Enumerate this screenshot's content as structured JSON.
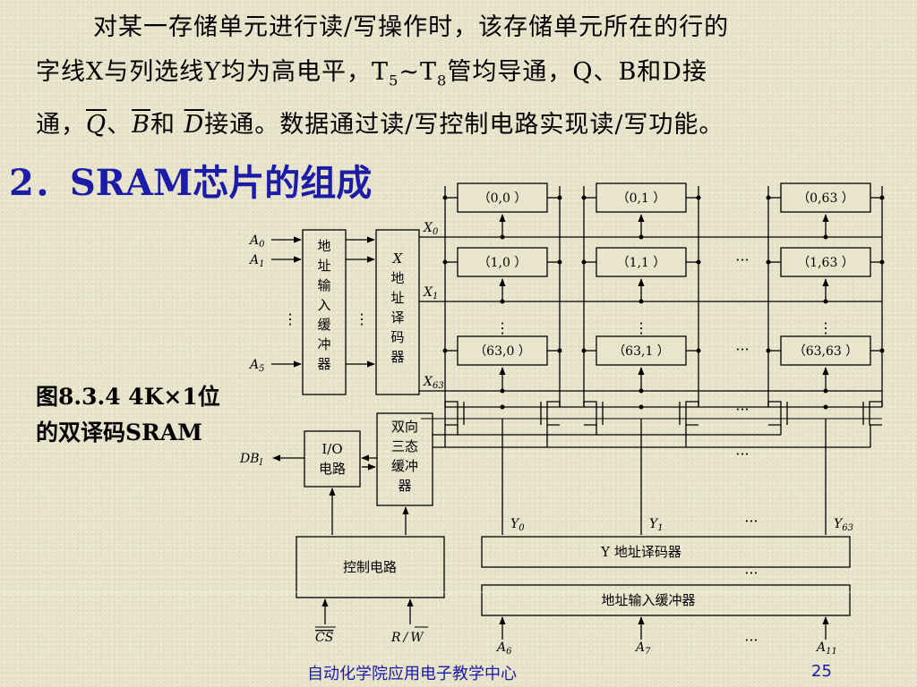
{
  "paragraph": {
    "l1": "对某一存储单元进行读/写操作时，该存储单元所在的行的",
    "l2a": "字线X与列选线Y均为高电平，T",
    "l2b": "5",
    "l2c": "~T",
    "l2d": "8",
    "l2e": "管均导通，Q、B和D接",
    "l3a": "通，",
    "l3q": "Q",
    "l3b": "、",
    "l3bb": "B",
    "l3c": "和 ",
    "l3d": "D",
    "l3e": "接通。数据通过读/写控制电路实现读/写功能。"
  },
  "heading": "2．SRAM芯片的组成",
  "caption": {
    "line1": "图8.3.4  4K×1位",
    "line2": "的双译码SRAM"
  },
  "diagram": {
    "cells": {
      "c00": "（0,0 ）",
      "c01": "（0,1 ）",
      "c063": "（0,63 ）",
      "c10": "（1,0 ）",
      "c11": "（1,1 ）",
      "c163": "（1,63 ）",
      "c630": "（63,0 ）",
      "c631": "（63,1 ）",
      "c6363": "（63,63 ）"
    },
    "addr_in": {
      "a": "A",
      "s0": "0",
      "s1": "1",
      "s5": "5"
    },
    "addr_buffer": [
      "地",
      "址",
      "输",
      "入",
      "缓",
      "冲",
      "器"
    ],
    "x_decoder": [
      "X",
      "地",
      "址",
      "译",
      "码",
      "器"
    ],
    "rows": {
      "x": "X",
      "s0": "0",
      "s1": "1",
      "s63": "63"
    },
    "ellipsis_h": "···",
    "ellipsis_v": "⋮",
    "io": {
      "line1": "I/O",
      "line2": "电路"
    },
    "db": {
      "label": "DB",
      "sub": "I"
    },
    "tristate": [
      "双向",
      "三态",
      "缓冲",
      "器"
    ],
    "columns": {
      "y": "Y",
      "s0": "0",
      "s1": "1",
      "s63": "63"
    },
    "y_decoder": "Y 地址译码器",
    "col_buffer": "地址输入缓冲器",
    "control": "控制电路",
    "cs": "CS",
    "rw": {
      "r": "R",
      "slash": "/",
      "w": "W"
    },
    "col_addr": {
      "a": "A",
      "s6": "6",
      "s7": "7",
      "s11": "11"
    }
  },
  "footer": "自动化学院应用电子教学中心",
  "page_number": "25"
}
